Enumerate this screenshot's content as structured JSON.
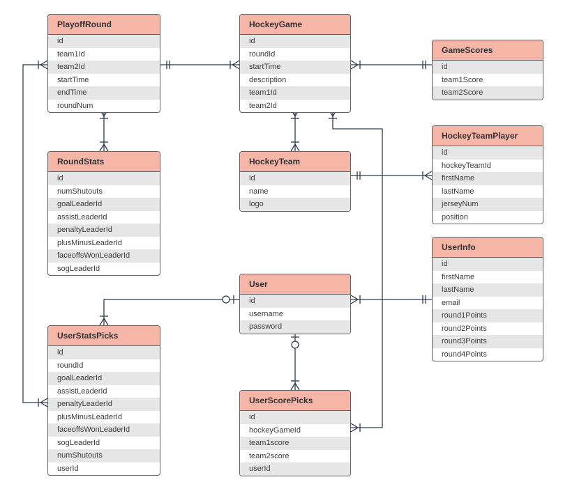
{
  "colors": {
    "header": "#f5b5a7",
    "border": "#5f6368",
    "stripe": "#e6e6e6",
    "line": "#2f3a4f"
  },
  "entities": {
    "playoff_round": {
      "title": "PlayoffRound",
      "fields": [
        "id",
        "team1Id",
        "team2Id",
        "startTime",
        "endTime",
        "roundNum"
      ]
    },
    "hockey_game": {
      "title": "HockeyGame",
      "fields": [
        "id",
        "roundId",
        "startTime",
        "description",
        "team1Id",
        "team2Id"
      ]
    },
    "game_scores": {
      "title": "GameScores",
      "fields": [
        "id",
        "team1Score",
        "team2Score"
      ]
    },
    "round_stats": {
      "title": "RoundStats",
      "fields": [
        "id",
        "numShutouts",
        "goalLeaderId",
        "assistLeaderId",
        "penaltyLeaderId",
        "plusMinusLeaderId",
        "faceoffsWonLeaderId",
        "sogLeaderId"
      ]
    },
    "hockey_team": {
      "title": "HockeyTeam",
      "fields": [
        "id",
        "name",
        "logo"
      ]
    },
    "hockey_team_player": {
      "title": "HockeyTeamPlayer",
      "fields": [
        "id",
        "hockeyTeamId",
        "firstName",
        "lastName",
        "jerseyNum",
        "position"
      ]
    },
    "user_info": {
      "title": "UserInfo",
      "fields": [
        "id",
        "firstName",
        "lastName",
        "email",
        "round1Points",
        "round2Points",
        "round3Points",
        "round4Points"
      ]
    },
    "user": {
      "title": "User",
      "fields": [
        "id",
        "username",
        "password"
      ]
    },
    "user_stats_picks": {
      "title": "UserStatsPicks",
      "fields": [
        "id",
        "roundId",
        "goalLeaderId",
        "assistLeaderId",
        "penaltyLeaderId",
        "plusMinusLeaderId",
        "faceoffsWonLeaderId",
        "sogLeaderId",
        "numShutouts",
        "userId"
      ]
    },
    "user_score_picks": {
      "title": "UserScorePicks",
      "fields": [
        "id",
        "hockeyGameId",
        "team1score",
        "team2score",
        "userId"
      ]
    }
  },
  "relationships": [
    {
      "from": "playoff_round",
      "to": "hockey_game",
      "from_end": "one",
      "to_end": "many"
    },
    {
      "from": "hockey_game",
      "to": "game_scores",
      "from_end": "many",
      "to_end": "one"
    },
    {
      "from": "playoff_round",
      "to": "round_stats",
      "from_end": "many",
      "to_end": "many"
    },
    {
      "from": "hockey_game",
      "to": "hockey_team",
      "from_end": "many",
      "to_end": "many"
    },
    {
      "from": "hockey_team",
      "to": "hockey_team_player",
      "from_end": "one",
      "to_end": "many"
    },
    {
      "from": "user",
      "to": "user_info",
      "from_end": "many",
      "to_end": "one"
    },
    {
      "from": "user",
      "to": "user_stats_picks",
      "from_end": "zero-or-one",
      "to_end": "many"
    },
    {
      "from": "user",
      "to": "user_score_picks",
      "from_end": "zero-or-one",
      "to_end": "many"
    },
    {
      "from": "playoff_round",
      "to": "user_stats_picks",
      "from_end": "many",
      "to_end": "many"
    },
    {
      "from": "hockey_game",
      "to": "user_score_picks",
      "from_end": "many",
      "to_end": "many"
    }
  ]
}
